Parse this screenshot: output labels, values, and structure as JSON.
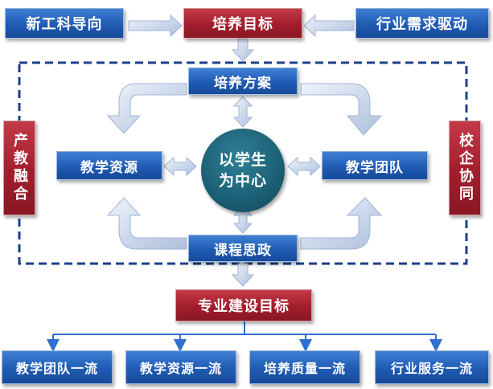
{
  "top": {
    "left": "新工科导向",
    "center": "培养目标",
    "right": "行业需求驱动"
  },
  "side": {
    "left": "产教融合",
    "right": "校企协同"
  },
  "inner": {
    "top": "培养方案",
    "left": "教学资源",
    "right": "教学团队",
    "bottom": "课程思政",
    "center_line1": "以学生",
    "center_line2": "为中心"
  },
  "goal": "专业建设目标",
  "outcomes": [
    "教学团队一流",
    "教学资源一流",
    "培养质量一流",
    "行业服务一流"
  ],
  "colors": {
    "blue": "#1f5bb4",
    "red": "#a21d2c",
    "center": "#1b5f75",
    "arrow": "#c7d7ee",
    "dashed_border": "#1c3f8c",
    "connector": "#2f6fd0"
  }
}
